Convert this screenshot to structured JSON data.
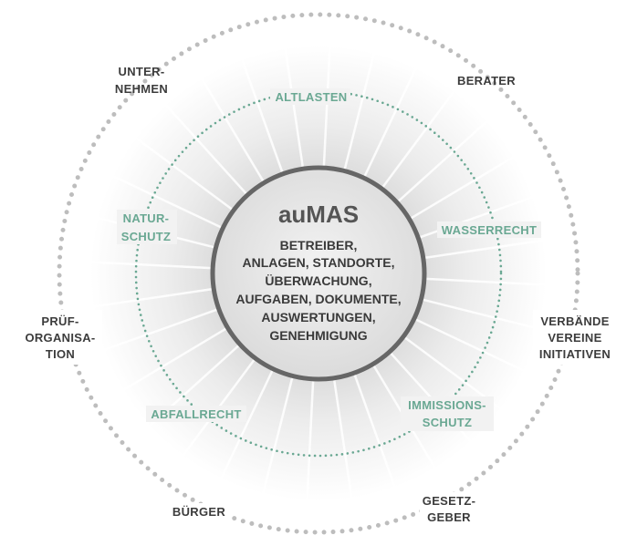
{
  "center": {
    "title": "auMAS",
    "lines": [
      "BETREIBER,",
      "ANLAGEN, STANDORTE,",
      "ÜBERWACHUNG,",
      "AUFGABEN, DOKUMENTE,",
      "AUSWERTUNGEN,",
      "GENEHMIGUNG"
    ]
  },
  "inner_ring": {
    "altlasten": "ALTLASTEN",
    "wasserrecht": "WASSERRECHT",
    "naturschutz_1": "NATUR-",
    "naturschutz_2": "SCHUTZ",
    "abfallrecht": "ABFALLRECHT",
    "immission_1": "IMMISSIONS-",
    "immission_2": "SCHUTZ"
  },
  "outer_ring": {
    "unternehmen_1": "UNTER-",
    "unternehmen_2": "NEHMEN",
    "berater": "BERATER",
    "pruef_1": "PRÜF-",
    "pruef_2": "ORGANISA-",
    "pruef_3": "TION",
    "verbaende_1": "VERBÄNDE",
    "verbaende_2": "VEREINE",
    "verbaende_3": "INITIATIVEN",
    "buerger": "BÜRGER",
    "gesetz_1": "GESETZ-",
    "gesetz_2": "GEBER"
  },
  "colors": {
    "inner_dots": "#6aa893",
    "outer_dots": "#bdbdbd",
    "hub_ring": "#666666",
    "hub_fill": "#e6e6e6"
  }
}
